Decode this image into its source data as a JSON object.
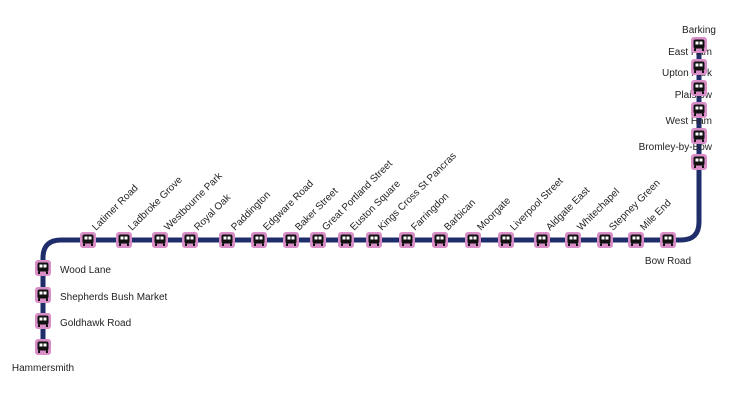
{
  "line": {
    "color": "#1f2d6b",
    "station_fill": "#d98ec8",
    "station_icon": "train-icon"
  },
  "stations": [
    {
      "name": "Hammersmith"
    },
    {
      "name": "Goldhawk Road"
    },
    {
      "name": "Shepherds Bush Market"
    },
    {
      "name": "Wood Lane"
    },
    {
      "name": "Latimer Road"
    },
    {
      "name": "Ladbroke Grove"
    },
    {
      "name": "Westbourne Park"
    },
    {
      "name": "Royal Oak"
    },
    {
      "name": "Paddington"
    },
    {
      "name": "Edgware Road"
    },
    {
      "name": "Baker Street"
    },
    {
      "name": "Great Portland Street"
    },
    {
      "name": "Euston Square"
    },
    {
      "name": "Kings Cross St Pancras"
    },
    {
      "name": "Farringdon"
    },
    {
      "name": "Barbican"
    },
    {
      "name": "Moorgate"
    },
    {
      "name": "Liverpool Street"
    },
    {
      "name": "Aldgate East"
    },
    {
      "name": "Whitechapel"
    },
    {
      "name": "Stepney Green"
    },
    {
      "name": "Mile End"
    },
    {
      "name": "Bow Road"
    },
    {
      "name": "Bromley-by-Bow"
    },
    {
      "name": "West Ham"
    },
    {
      "name": "Plaistow"
    },
    {
      "name": "Upton Park"
    },
    {
      "name": "East Ham"
    },
    {
      "name": "Barking"
    }
  ]
}
